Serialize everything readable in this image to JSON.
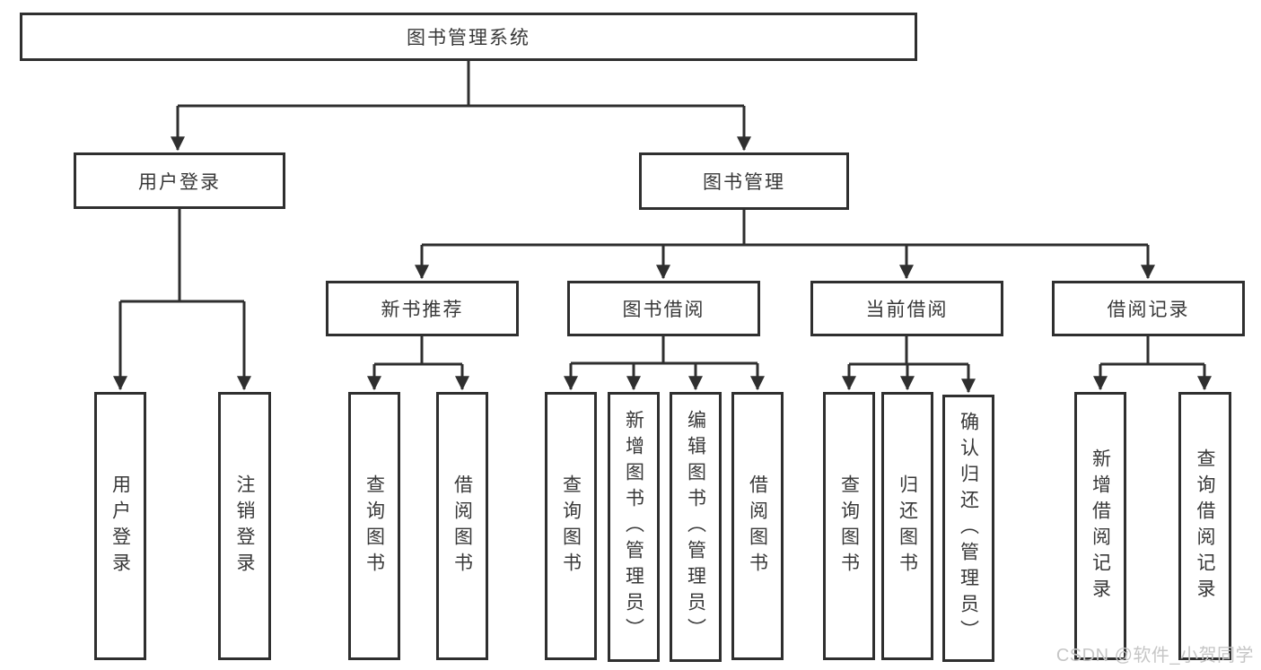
{
  "colors": {
    "line": "#2f2f2f",
    "text": "#383838",
    "watermark": "#c6c6c6",
    "background": "#ffffff"
  },
  "watermark": "CSDN @软件_小贺同学",
  "tree": {
    "root": {
      "label": "图书管理系统",
      "children": [
        {
          "label": "用户登录",
          "children": [
            {
              "label": "用户登录"
            },
            {
              "label": "注销登录"
            }
          ]
        },
        {
          "label": "图书管理",
          "children": [
            {
              "label": "新书推荐",
              "children": [
                {
                  "label": "查询图书"
                },
                {
                  "label": "借阅图书"
                }
              ]
            },
            {
              "label": "图书借阅",
              "children": [
                {
                  "label": "查询图书"
                },
                {
                  "label": "新增图书（管理员）"
                },
                {
                  "label": "编辑图书（管理员）"
                },
                {
                  "label": "借阅图书"
                }
              ]
            },
            {
              "label": "当前借阅",
              "children": [
                {
                  "label": "查询图书"
                },
                {
                  "label": "归还图书"
                },
                {
                  "label": "确认归还（管理员）"
                }
              ]
            },
            {
              "label": "借阅记录",
              "children": [
                {
                  "label": "新增借阅记录"
                },
                {
                  "label": "查询借阅记录"
                }
              ]
            }
          ]
        }
      ]
    }
  }
}
